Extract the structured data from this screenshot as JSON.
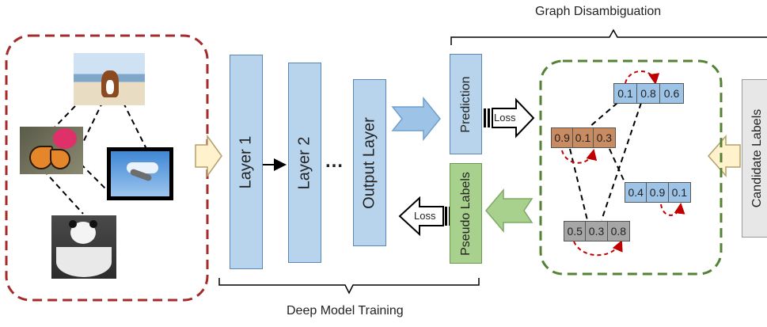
{
  "title": "Graph Disambiguation",
  "bottom_label": "Deep Model Training",
  "layers": [
    "Layer 1",
    "Layer 2",
    "Output Layer"
  ],
  "ellipsis": "…",
  "prediction_label": "Prediction",
  "pseudo_labels_label": "Pseudo Labels",
  "candidate_labels_label": "Candidate Labels",
  "loss_label": "Loss",
  "vectors": {
    "top": [
      "0.1",
      "0.8",
      "0.6"
    ],
    "left": [
      "0.9",
      "0.1",
      "0.3"
    ],
    "right": [
      "0.4",
      "0.9",
      "0.1"
    ],
    "bottom": [
      "0.5",
      "0.3",
      "0.8"
    ]
  },
  "images": [
    "dog-on-beach",
    "butterfly-on-flower",
    "bird-in-sky",
    "panda-in-bowl"
  ],
  "colors": {
    "image_group_border": "#a52a2a",
    "graph_border": "#548235",
    "layer_fill": "#b8d4ec",
    "pseudo_fill": "#a9d18e",
    "candidate_fill": "#e7e7e7",
    "vector_blue": "#9dc3e6",
    "vector_orange": "#c98b62",
    "vector_gray": "#a6a6a6",
    "arrow_yellow": "#fff2cc",
    "arrow_blue": "#9dc3e6",
    "arrow_green": "#a9d18e",
    "self_loop": "#c00000"
  }
}
